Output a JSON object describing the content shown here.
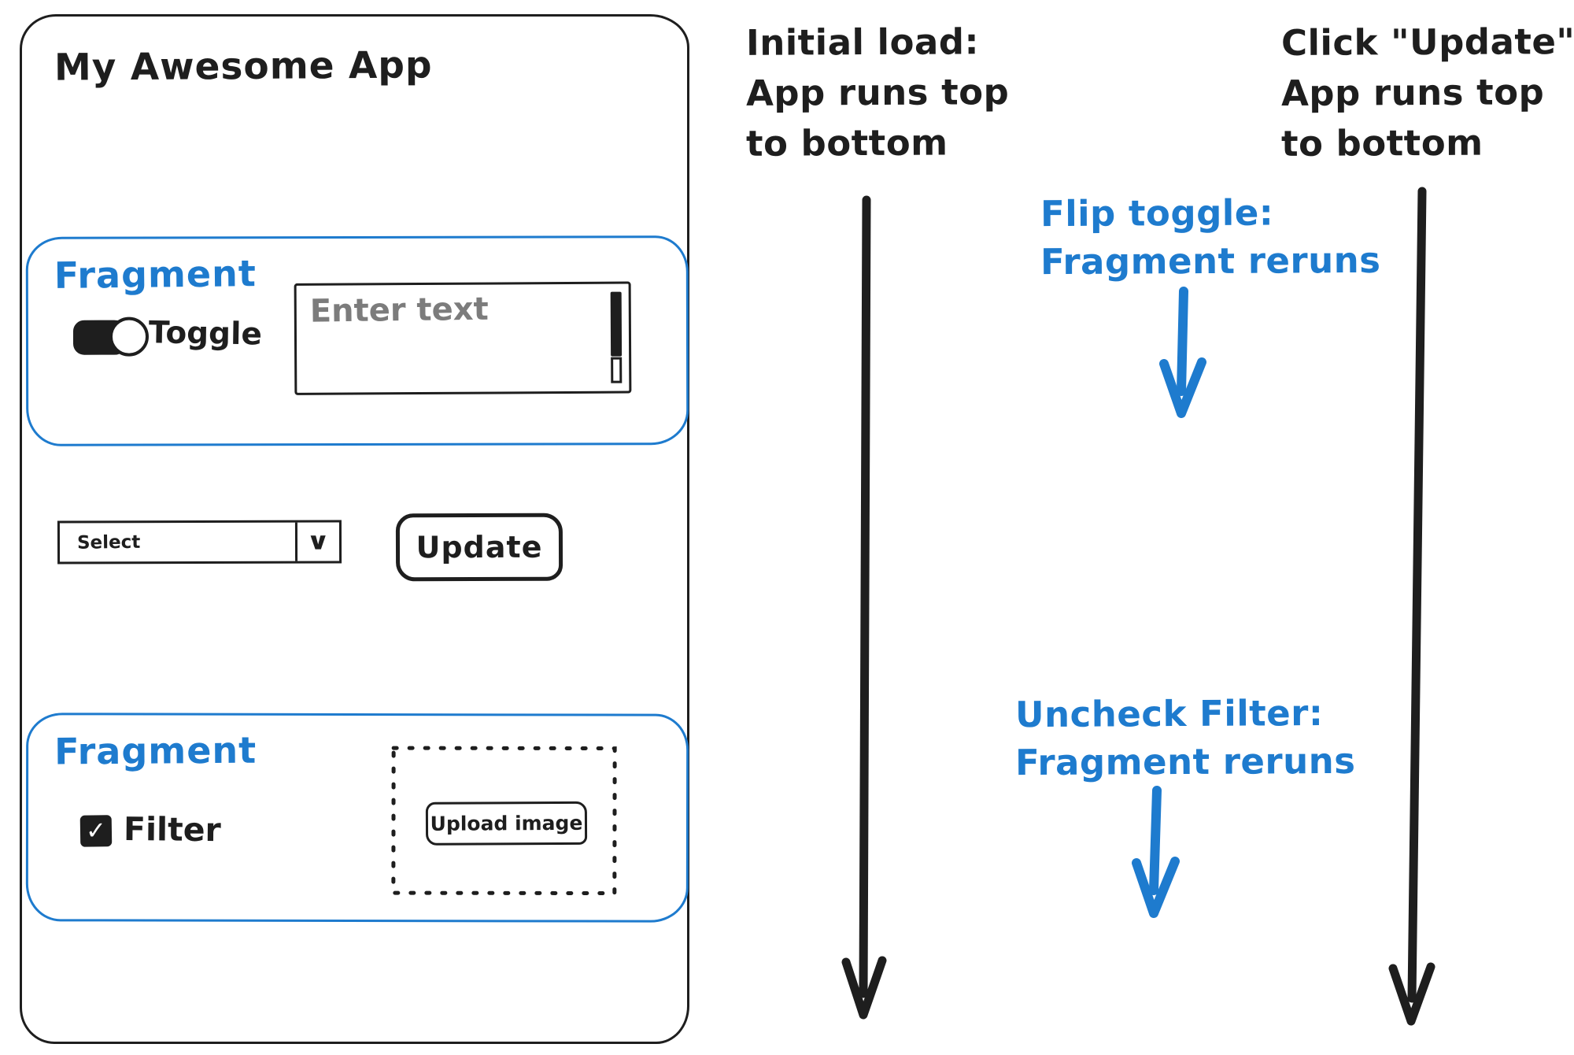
{
  "colors": {
    "ink": "#1e1e1e",
    "accent": "#1e7bce",
    "muted": "#7c7c7c",
    "paper": "#ffffff"
  },
  "icons": {
    "chevron_down": "∨",
    "check": "✓"
  },
  "app": {
    "title": "My Awesome App",
    "fragment1": {
      "label": "Fragment",
      "toggle_label": "Toggle",
      "textarea_placeholder": "Enter text"
    },
    "select_label": "Select",
    "update_button": "Update",
    "fragment2": {
      "label": "Fragment",
      "checkbox_label": "Filter",
      "upload_button": "Upload image"
    }
  },
  "annotations": {
    "initial_load": {
      "lines": [
        "Initial load:",
        "App runs top",
        "to bottom"
      ]
    },
    "flip_toggle": {
      "lines": [
        "Flip toggle:",
        "Fragment reruns"
      ]
    },
    "click_update": {
      "lines": [
        "Click \"Update\":",
        "App runs top",
        "to bottom"
      ]
    },
    "uncheck_filter": {
      "lines": [
        "Uncheck Filter:",
        "Fragment reruns"
      ]
    }
  }
}
